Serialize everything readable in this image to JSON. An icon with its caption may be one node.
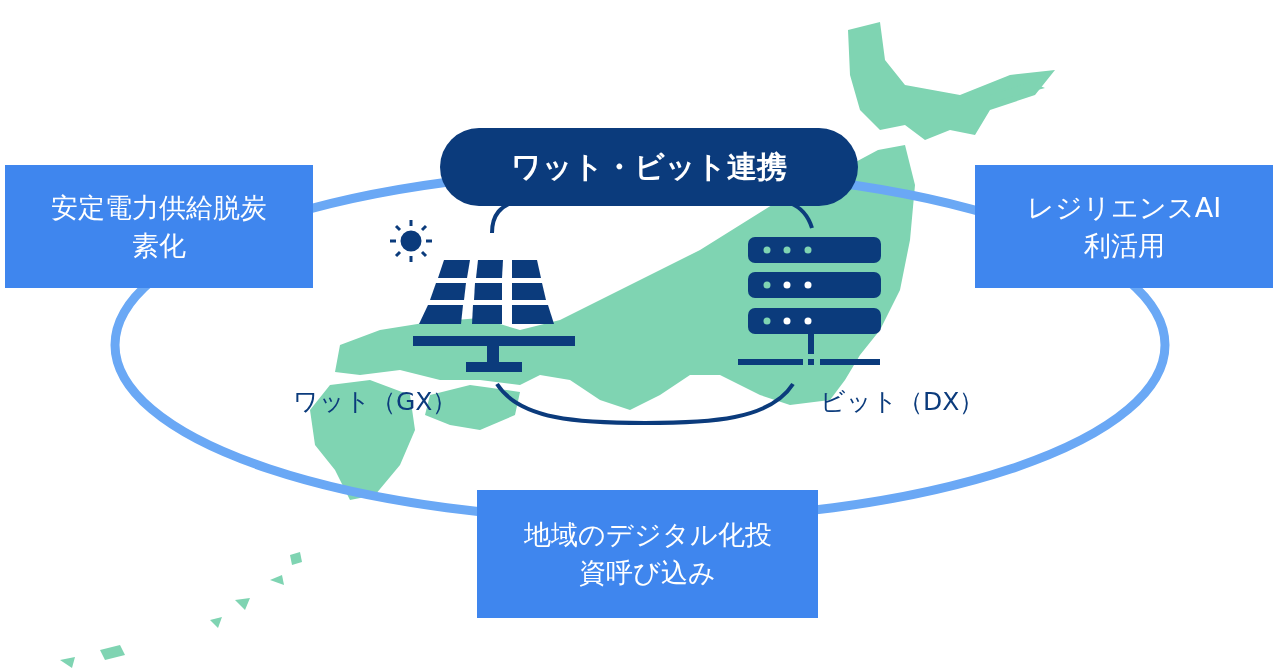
{
  "diagram": {
    "nodes": [
      {
        "text": [
          "ワット・ビット連携"
        ]
      },
      {
        "text": [
          "安定電力供給脱炭素化"
        ]
      },
      {
        "text": [
          "レジリエンスAI利活用"
        ]
      },
      {
        "text": [
          "地域のデジタル化投資呼び込み"
        ]
      }
    ],
    "labels": [
      "ワット（GX）",
      "ビット（DX）"
    ]
  }
}
